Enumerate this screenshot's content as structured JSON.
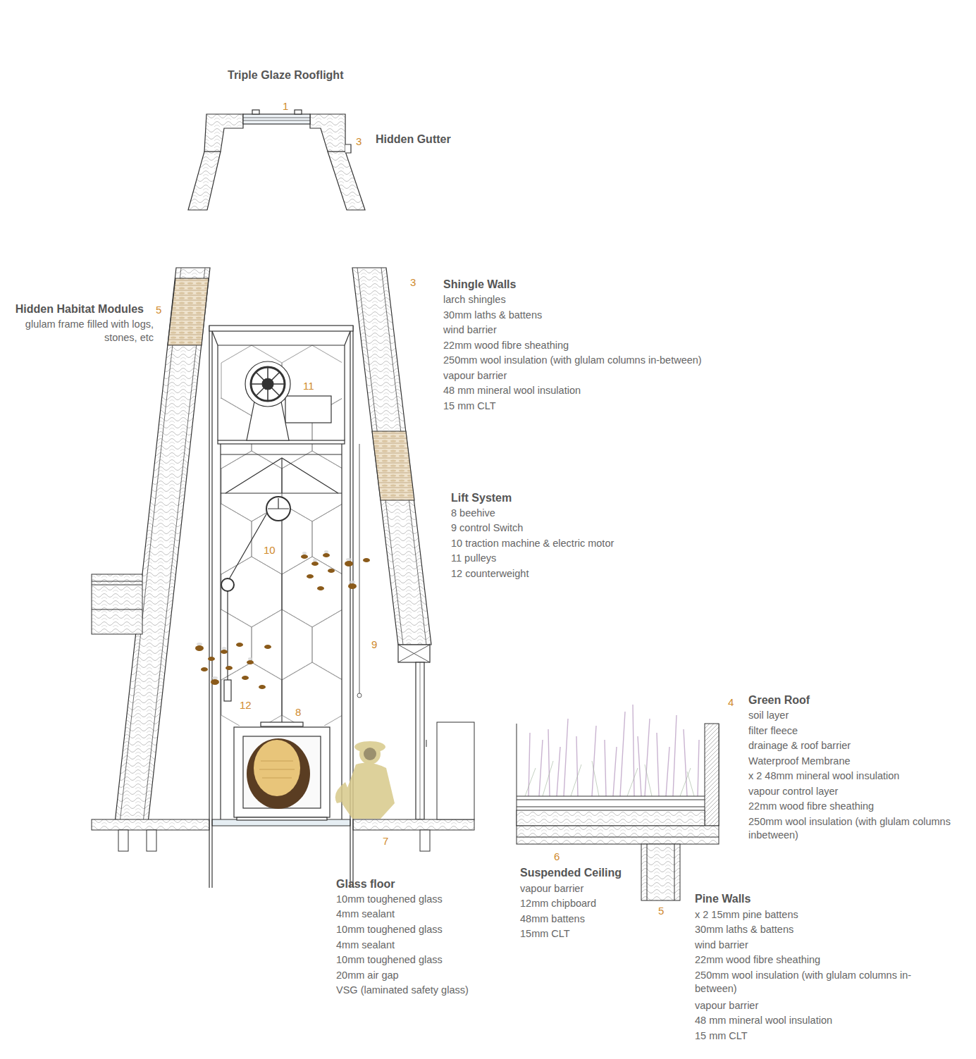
{
  "diagram": {
    "labels": [
      "Triple Glaze Rooflight",
      "1",
      "3",
      "Hidden Gutter",
      "3",
      "Shingle Walls",
      "larch shingles",
      "30mm laths & battens",
      "wind barrier",
      "22mm wood fibre sheathing",
      "250mm wool insulation (with glulam columns in-between)",
      "vapour barrier",
      "48 mm mineral wool insulation",
      "15 mm CLT",
      "Hidden Habitat Modules",
      "5",
      "glulam frame filled with logs, stones, etc",
      "11",
      "Lift System",
      "8 beehive",
      "9 control Switch",
      "10 traction machine & electric motor",
      "11 pulleys",
      "12 counterweight",
      "10",
      "9",
      "4",
      "Green Roof",
      "soil layer",
      "filter fleece",
      "drainage & roof barrier",
      "Waterproof Membrane",
      "x 2 48mm mineral wool insulation",
      "vapour control layer",
      "22mm wood fibre sheathing",
      "250mm wool insulation (with glulam columns inbetween)",
      "12",
      "8",
      "7",
      "6",
      "Suspended Ceiling",
      "vapour barrier",
      "12mm chipboard",
      "48mm battens",
      "15mm CLT",
      "Glass floor",
      "10mm toughened glass",
      "4mm sealant",
      "10mm toughened glass",
      "4mm sealant",
      "10mm toughened glass",
      "20mm air gap",
      "VSG (laminated safety glass)",
      "5",
      "Pine Walls",
      "x 2 15mm pine battens",
      "30mm laths & battens",
      "wind barrier",
      "22mm wood fibre sheathing",
      "250mm wool insulation (with glulam columns in-between)",
      "vapour barrier",
      "48 mm mineral wool insulation",
      "15 mm CLT"
    ]
  }
}
